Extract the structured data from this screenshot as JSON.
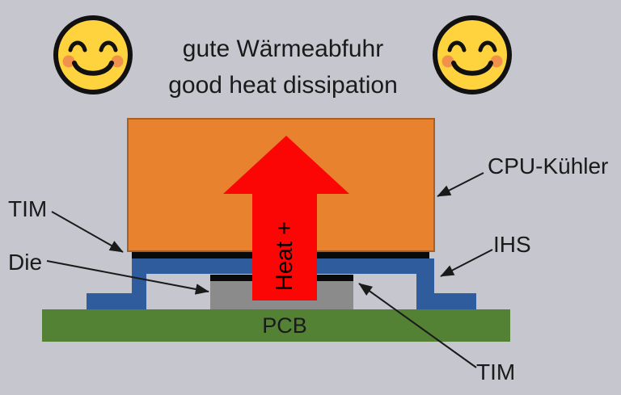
{
  "title": {
    "line1_de": "gute Wärmeabfuhr",
    "line2_en": "good heat dissipation"
  },
  "labels": {
    "cpu_cooler": "CPU-Kühler",
    "ihs": "IHS",
    "tim_upper": "TIM",
    "tim_lower": "TIM",
    "die": "Die",
    "pcb": "PCB",
    "heat": "Heat +"
  },
  "icons": {
    "left_smiley": "smiling-face-with-smiling-eyes",
    "right_smiley": "smiling-face-with-smiling-eyes"
  },
  "colors": {
    "background": "#c6c6ce",
    "cooler_orange": "#e8822e",
    "cooler_border": "#ad5d1e",
    "ihs_blue": "#2e5c9d",
    "pcb_green": "#548235",
    "die_gray": "#8b8b8b",
    "tim_black": "#0a0a0a",
    "heat_red": "#fb0505",
    "text_black": "#1a1a1a",
    "smiley_yellow": "#ffd33e",
    "smiley_cheek": "#f0924c"
  }
}
